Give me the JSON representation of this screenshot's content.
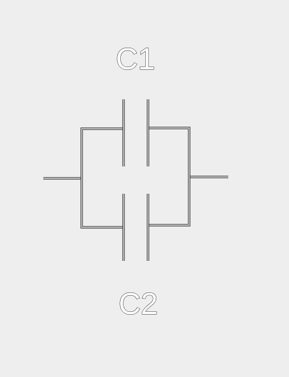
{
  "diagram": {
    "components": [
      {
        "id": "C1",
        "label": "C1"
      },
      {
        "id": "C2",
        "label": "C2"
      }
    ],
    "connection": "parallel"
  }
}
